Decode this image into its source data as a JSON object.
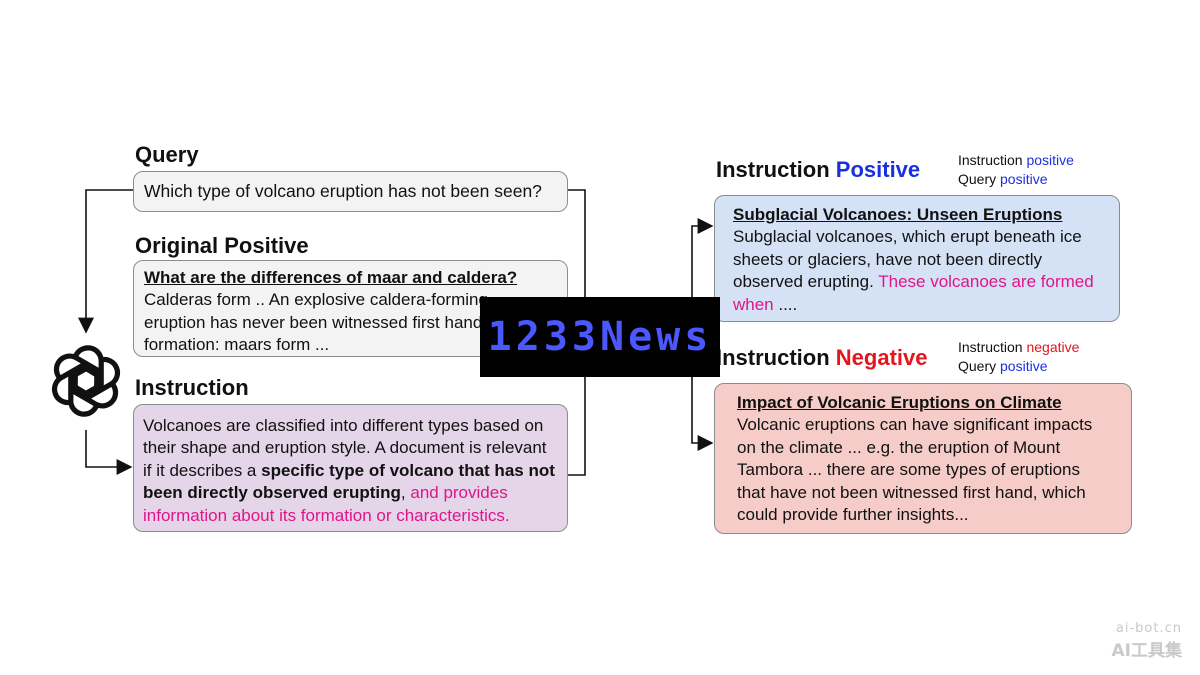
{
  "query": {
    "heading": "Query",
    "text": "Which type of volcano eruption has not been seen?"
  },
  "original_positive": {
    "heading": "Original Positive",
    "title": "What are the differences of maar and caldera?",
    "lines": [
      "Calderas form .. An explosive caldera-forming",
      "eruption has never been witnessed first hand",
      "formation: maars form ..."
    ]
  },
  "instruction": {
    "heading": "Instruction",
    "part1": "Volcanoes are classified into different types based on their shape and eruption style. A document is relevant if it describes a ",
    "bold": "specific type of volcano that has not been directly observed erupting",
    "part2": ", ",
    "pink": "and provides information about its formation or characteristics."
  },
  "instruction_positive": {
    "heading_prefix": "Instruction ",
    "heading_accent": "Positive",
    "legend_line1_label": "Instruction ",
    "legend_line1_value": "positive",
    "legend_line2_label": "Query ",
    "legend_line2_value": "positive",
    "title": "Subglacial Volcanoes: Unseen Eruptions",
    "body": "Subglacial volcanoes, which erupt beneath ice sheets or glaciers, have not been directly observed erupting. ",
    "pink": "These volcanoes are formed when",
    "tail": " ...."
  },
  "instruction_negative": {
    "heading_prefix": "Instruction ",
    "heading_accent": "Negative",
    "legend_line1_label": "Instruction ",
    "legend_line1_value": "negative",
    "legend_line2_label": "Query ",
    "legend_line2_value": "positive",
    "title": "Impact of Volcanic Eruptions on Climate",
    "body": "Volcanic eruptions can have significant impacts on the climate ... e.g. the eruption of Mount Tambora ... there are some types of eruptions that have not been witnessed first hand, which could provide further insights..."
  },
  "watermark": {
    "text": "1233News"
  },
  "corner_logo": {
    "line1": "ai-bot.cn",
    "line2": "AI工具集"
  },
  "colors": {
    "query_bg": "#f3f3f3",
    "instruction_bg": "#e5d5e8",
    "positive_bg": "#d5e2f5",
    "negative_bg": "#f6ccc8",
    "pink": "#e0158a",
    "blue": "#1c2fe0",
    "red": "#e4151b"
  },
  "icons": {
    "model": "openai-logo-icon"
  }
}
